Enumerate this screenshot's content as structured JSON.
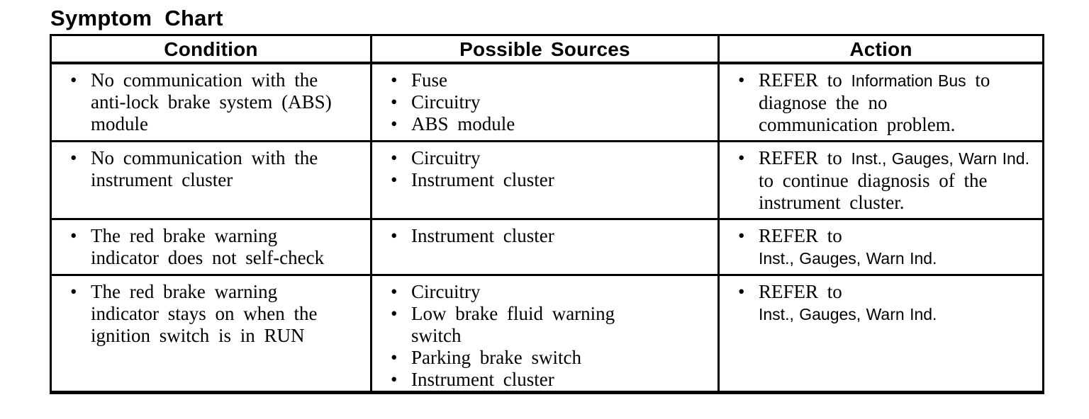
{
  "page": {
    "title": "Symptom Chart"
  },
  "colors": {
    "text": "#000000",
    "background": "#ffffff",
    "border": "#000000"
  },
  "table": {
    "bullet": "•",
    "headers": [
      {
        "label": "Condition"
      },
      {
        "label": "Possible Sources"
      },
      {
        "label": "Action"
      }
    ],
    "rows": [
      {
        "condition": [
          [
            {
              "t": "No communication with the\nanti-lock brake system (ABS)\nmodule",
              "f": "serif"
            }
          ]
        ],
        "sources": [
          [
            {
              "t": "Fuse",
              "f": "serif"
            }
          ],
          [
            {
              "t": "Circuitry",
              "f": "serif"
            }
          ],
          [
            {
              "t": "ABS module",
              "f": "serif"
            }
          ]
        ],
        "action": [
          [
            {
              "t": "REFER to ",
              "f": "serif"
            },
            {
              "t": "Information Bus",
              "f": "sans"
            },
            {
              "t": " to\ndiagnose the no\ncommunication problem.",
              "f": "serif"
            }
          ]
        ]
      },
      {
        "condition": [
          [
            {
              "t": "No communication with the\ninstrument cluster",
              "f": "serif"
            }
          ]
        ],
        "sources": [
          [
            {
              "t": "Circuitry",
              "f": "serif"
            }
          ],
          [
            {
              "t": "Instrument cluster",
              "f": "serif"
            }
          ]
        ],
        "action": [
          [
            {
              "t": "REFER to ",
              "f": "serif"
            },
            {
              "t": "Inst., Gauges, Warn Ind.",
              "f": "sans"
            },
            {
              "t": "\nto continue diagnosis of the\ninstrument cluster.",
              "f": "serif"
            }
          ]
        ]
      },
      {
        "condition": [
          [
            {
              "t": "The red brake warning\nindicator does not self-check",
              "f": "serif"
            }
          ]
        ],
        "sources": [
          [
            {
              "t": "Instrument cluster",
              "f": "serif"
            }
          ]
        ],
        "action": [
          [
            {
              "t": "REFER to\n",
              "f": "serif"
            },
            {
              "t": "Inst., Gauges, Warn Ind.",
              "f": "sans"
            }
          ]
        ]
      },
      {
        "condition": [
          [
            {
              "t": "The red brake warning\nindicator stays on when the\nignition switch is in RUN",
              "f": "serif"
            }
          ]
        ],
        "sources": [
          [
            {
              "t": "Circuitry",
              "f": "serif"
            }
          ],
          [
            {
              "t": "Low brake fluid warning\nswitch",
              "f": "serif"
            }
          ],
          [
            {
              "t": "Parking brake switch",
              "f": "serif"
            }
          ],
          [
            {
              "t": "Instrument cluster",
              "f": "serif"
            }
          ]
        ],
        "action": [
          [
            {
              "t": "REFER to\n",
              "f": "serif"
            },
            {
              "t": "Inst., Gauges, Warn Ind.",
              "f": "sans"
            }
          ]
        ]
      }
    ]
  }
}
